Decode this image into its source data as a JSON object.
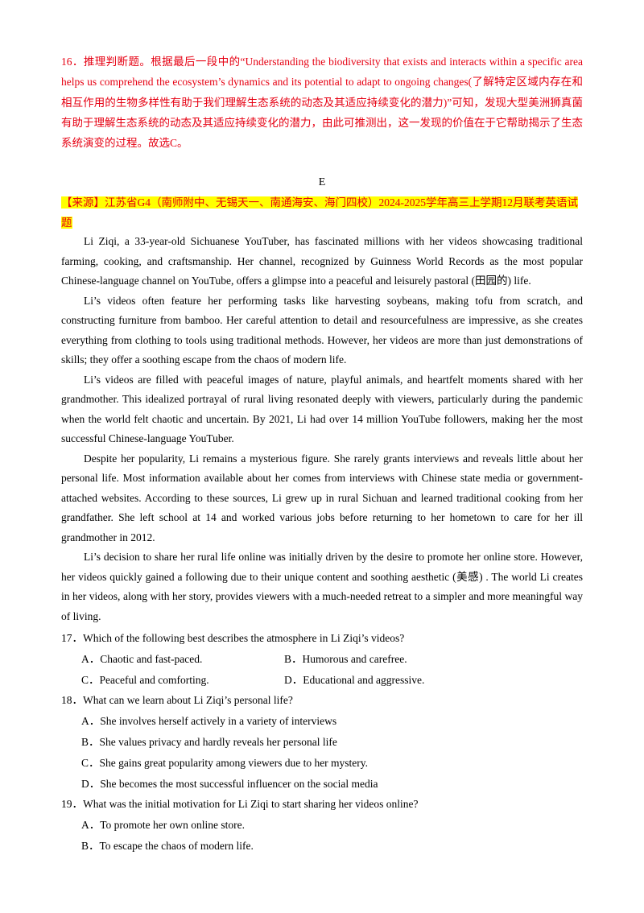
{
  "answer_16": "16．推理判断题。根据最后一段中的“Understanding the biodiversity that exists and interacts within a specific area helps us comprehend the ecosystem’s dynamics and its potential to adapt to ongoing changes(了解特定区域内存在和相互作用的生物多样性有助于我们理解生态系统的动态及其适应持续变化的潜力)”可知，发现大型美洲狮真菌有助于理解生态系统的动态及其适应持续变化的潜力，由此可推测出，这一发现的价值在于它帮助揭示了生态系统演变的过程。故选C。",
  "section_letter": "E",
  "source": "【来源】江苏省G4（南师附中、无锡天一、南通海安、海门四校）2024-2025学年高三上学期12月联考英语试题",
  "passage": [
    "Li Ziqi, a 33-year-old Sichuanese YouTuber, has fascinated millions with her videos showcasing traditional farming, cooking, and craftsmanship. Her channel, recognized by Guinness World Records as the most popular Chinese-language channel on YouTube, offers a glimpse into a peaceful and leisurely pastoral (田园的) life.",
    "Li’s videos often feature her performing tasks like harvesting soybeans, making tofu from scratch, and constructing furniture from bamboo. Her careful attention to detail and resourcefulness are impressive, as she creates everything from clothing to tools using traditional methods. However, her videos are more than just demonstrations of skills; they offer a soothing escape from the chaos of modern life.",
    "Li’s videos are filled with peaceful images of nature, playful animals, and heartfelt moments shared with her grandmother. This idealized portrayal of rural living resonated deeply with viewers, particularly during the pandemic when the world felt chaotic and uncertain. By 2021, Li had over 14 million YouTube followers, making her the most successful Chinese-language YouTuber.",
    "Despite her popularity, Li remains a mysterious figure. She rarely grants interviews and reveals little about her personal life. Most information available about her comes from interviews with Chinese state media or government-attached websites. According to these sources, Li grew up in rural Sichuan and learned traditional cooking from her grandfather. She left school at 14 and worked various jobs before returning to her hometown to care for her ill grandmother in 2012.",
    "Li’s decision to share her rural life online was initially driven by the desire to promote her online store. However, her videos quickly gained a following due to their unique content and soothing aesthetic (美感) . The world Li creates in her videos, along with her story, provides viewers with a much-needed retreat to a simpler and more meaningful way of living."
  ],
  "q17": {
    "stem": "17．Which of the following best describes the atmosphere in Li Ziqi’s videos?",
    "a": "A．Chaotic and fast-paced.",
    "b": "B．Humorous and carefree.",
    "c": "C．Peaceful and comforting.",
    "d": "D．Educational and aggressive."
  },
  "q18": {
    "stem": "18．What can we learn about Li Ziqi’s personal life?",
    "a": "A．She involves herself actively in a variety of interviews",
    "b": "B．She values privacy and hardly reveals her personal life",
    "c": "C．She gains great popularity among viewers due to her mystery.",
    "d": "D．She becomes the most successful influencer on the social media"
  },
  "q19": {
    "stem": "19．What was the initial motivation for Li Ziqi to start sharing her videos online?",
    "a": "A．To promote her own online store.",
    "b": "B．To escape the chaos of modern life."
  },
  "colors": {
    "answer_text": "#e60012",
    "source_highlight": "#ffff00"
  }
}
